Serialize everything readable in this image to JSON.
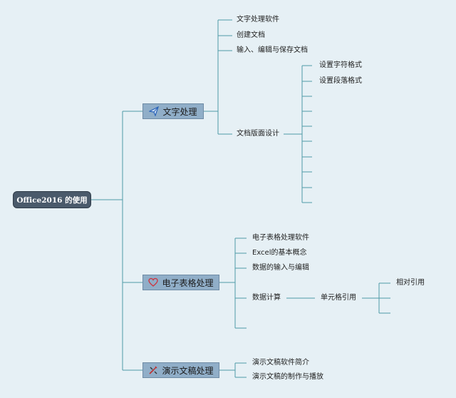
{
  "root": {
    "label": "Office2016 的使用"
  },
  "branches": [
    {
      "label": "文字处理",
      "icon": "paper-plane-icon",
      "children": [
        "文字处理软件",
        "创建文档",
        "输入、编辑与保存文档",
        "文档版面设计"
      ],
      "sub_children": [
        "设置字符格式",
        "设置段落格式"
      ]
    },
    {
      "label": "电子表格处理",
      "icon": "heart-icon",
      "children": [
        "电子表格处理软件",
        "Excel的基本概念",
        "数据的输入与编辑",
        "数据计算"
      ],
      "sub_child": "单元格引用",
      "sub_sub_child": "相对引用"
    },
    {
      "label": "演示文稿处理",
      "icon": "tools-icon",
      "children": [
        "演示文稿软件简介",
        "演示文稿的制作与播放"
      ]
    }
  ],
  "colors": {
    "background": "#e6f0f5",
    "connector": "#4f9aa6",
    "root_fill": "#4a5a6b",
    "branch_fill": "#90aec8"
  }
}
